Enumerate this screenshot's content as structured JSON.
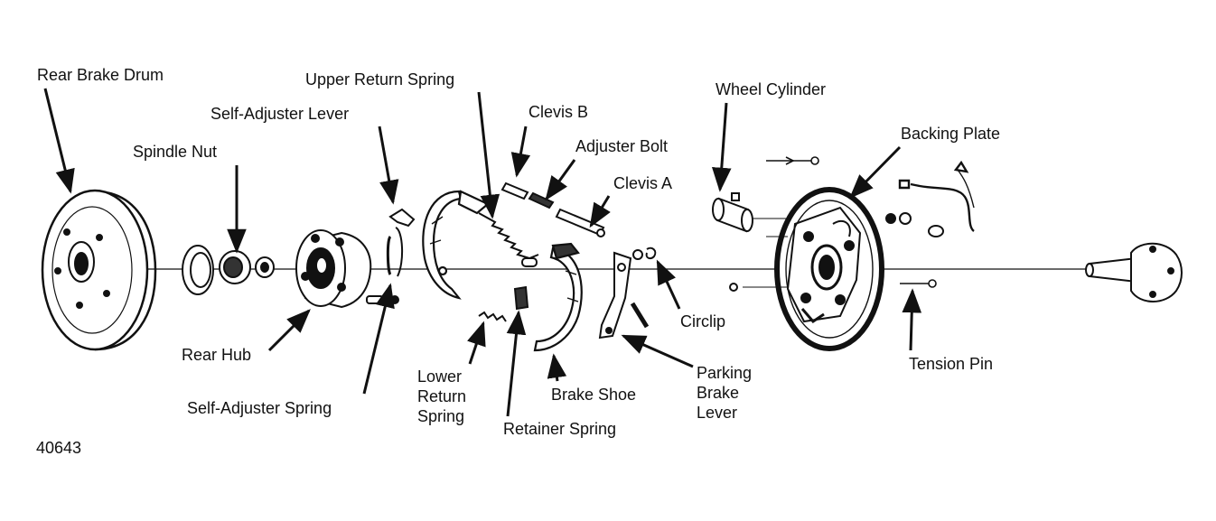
{
  "labels": {
    "rear_brake_drum": "Rear Brake Drum",
    "spindle_nut": "Spindle Nut",
    "rear_hub": "Rear Hub",
    "self_adjuster_lever": "Self-Adjuster Lever",
    "upper_return_spring": "Upper Return Spring",
    "self_adjuster_spring": "Self-Adjuster Spring",
    "clevis_b": "Clevis B",
    "adjuster_bolt": "Adjuster Bolt",
    "clevis_a": "Clevis A",
    "lower_return_spring": [
      "Lower",
      "Return",
      "Spring"
    ],
    "retainer_spring": "Retainer Spring",
    "brake_shoe": "Brake Shoe",
    "parking_brake_lever": [
      "Parking",
      "Brake",
      "Lever"
    ],
    "circlip": "Circlip",
    "wheel_cylinder": "Wheel Cylinder",
    "backing_plate": "Backing Plate",
    "tension_pin": "Tension Pin"
  },
  "figure_number": "40643"
}
